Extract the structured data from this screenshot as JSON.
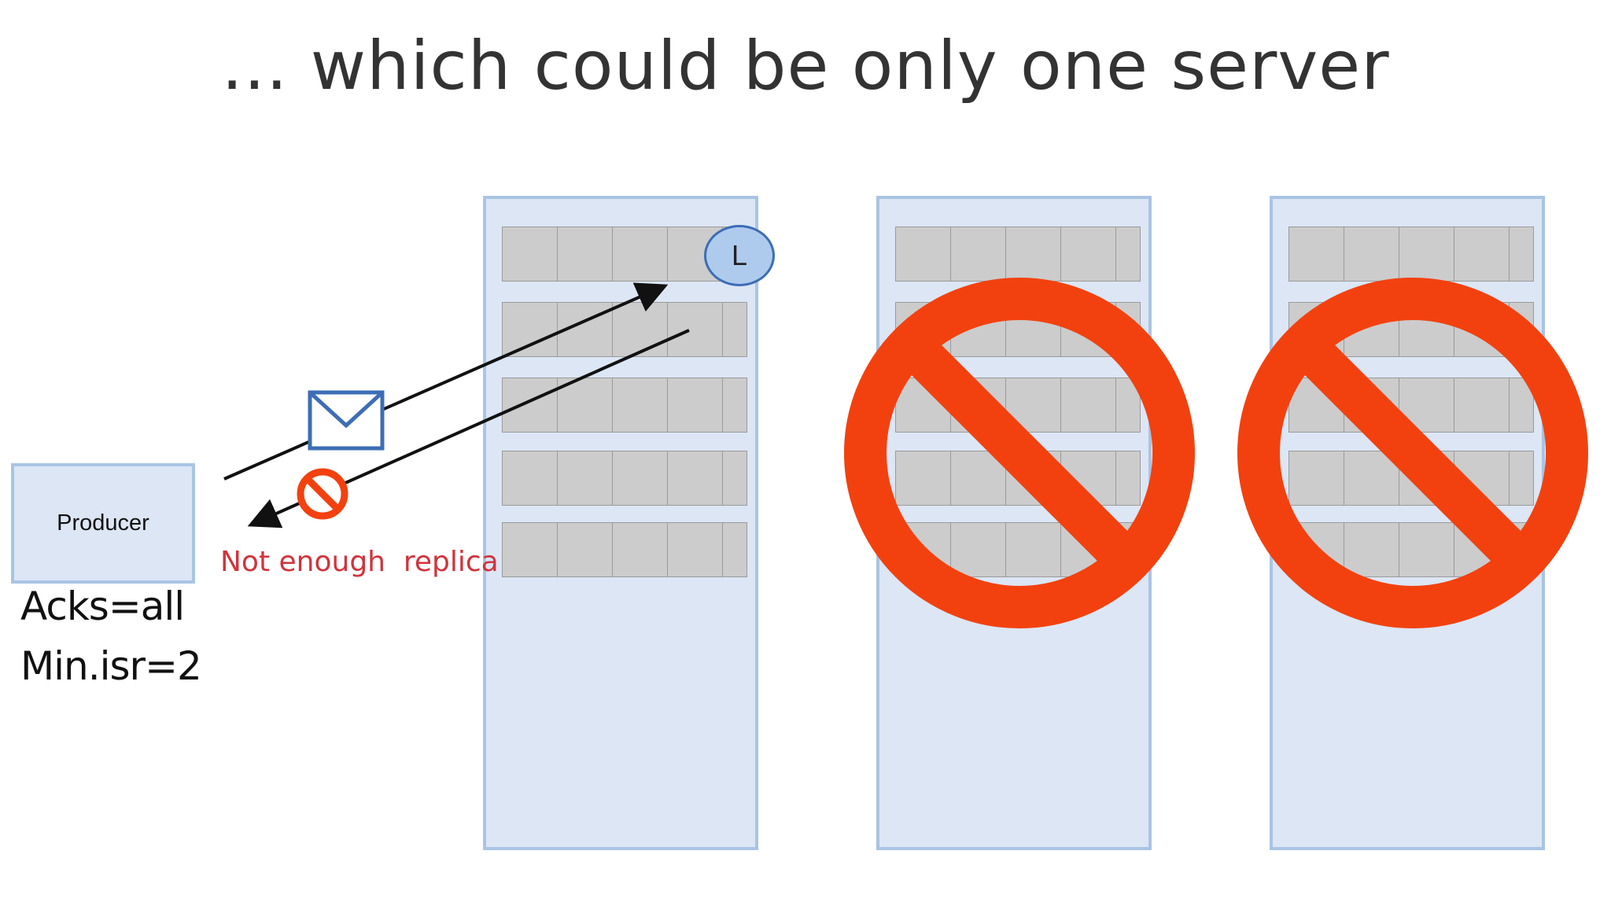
{
  "slide": {
    "title": "... which could be only one server",
    "producer_label": "Producer",
    "config_acks": "Acks=all",
    "config_min_isr": "Min.isr=2",
    "error_text": "Not enough  replica",
    "leader_label": "L"
  },
  "colors": {
    "server_fill": "#dce6f5",
    "server_border": "#a9c4e4",
    "partition_fill": "#cccccc",
    "prohibition_red": "#f2410f",
    "error_text": "#d1333b",
    "envelope_border": "#3d6db5"
  },
  "icons": {
    "envelope": "envelope-icon",
    "small_prohibition": "prohibition-icon",
    "large_prohibition": "prohibition-icon"
  }
}
